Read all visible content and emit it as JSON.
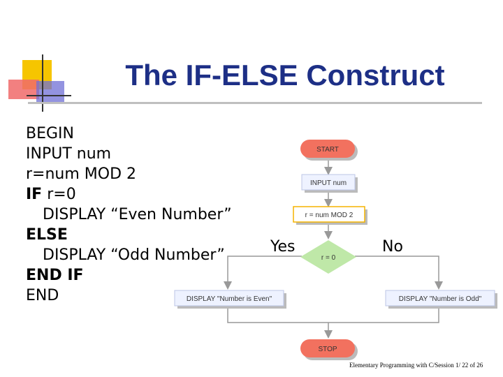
{
  "slide": {
    "title": "The IF-ELSE Construct",
    "footer": "Elementary Programming with C/Session 1/ 22 of 26"
  },
  "pseudocode": {
    "line1": "BEGIN",
    "line2": "INPUT num",
    "line3": "r=num MOD 2",
    "line4_kw": "IF",
    "line4_rest": " r=0",
    "line5": "DISPLAY “Even Number”",
    "line6": "ELSE",
    "line7": "DISPLAY “Odd Number”",
    "line8": "END IF",
    "line9": "END"
  },
  "flowchart": {
    "start": "START",
    "input": "INPUT num",
    "process": "r = num MOD 2",
    "decision": "r = 0",
    "yes_label": "Yes",
    "no_label": "No",
    "display_even": "DISPLAY \"Number is Even\"",
    "display_odd": "DISPLAY \"Number is Odd\"",
    "stop": "STOP"
  },
  "colors": {
    "title": "#1d2f86",
    "terminal": "#f2715f",
    "box_fill": "#eef2ff",
    "box_border": "#bcc5e6",
    "process_border": "#f5b400",
    "decision": "#bfe8a8",
    "line": "#999999"
  }
}
